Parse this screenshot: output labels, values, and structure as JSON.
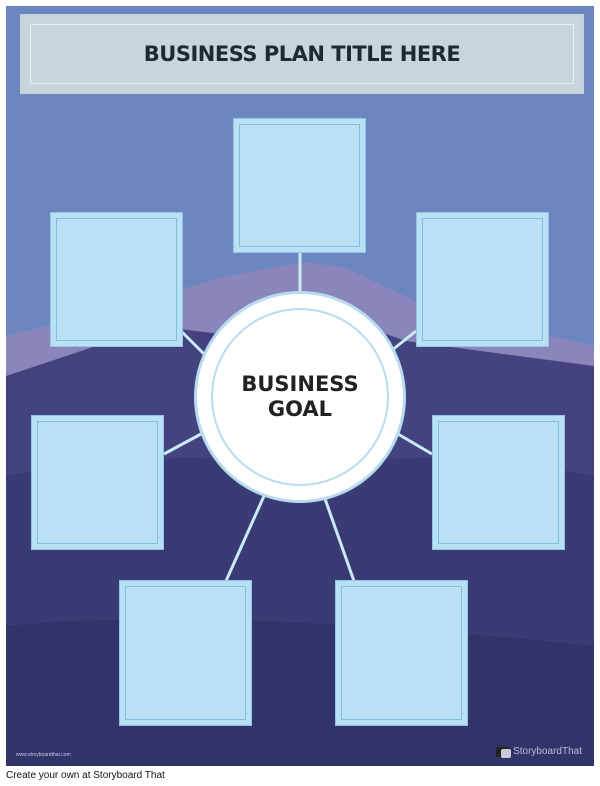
{
  "title": "BUSINESS PLAN TITLE HERE",
  "goal": "BUSINESS\nGOAL",
  "footer": {
    "url": "www.storyboardthat.com",
    "logo": "StoryboardThat"
  },
  "caption": "Create your own at Storyboard That",
  "colors": {
    "sky": "#6c86c0",
    "mountain": "#8a86bb",
    "ground": "#37366e",
    "box": "#b9e0f4"
  }
}
